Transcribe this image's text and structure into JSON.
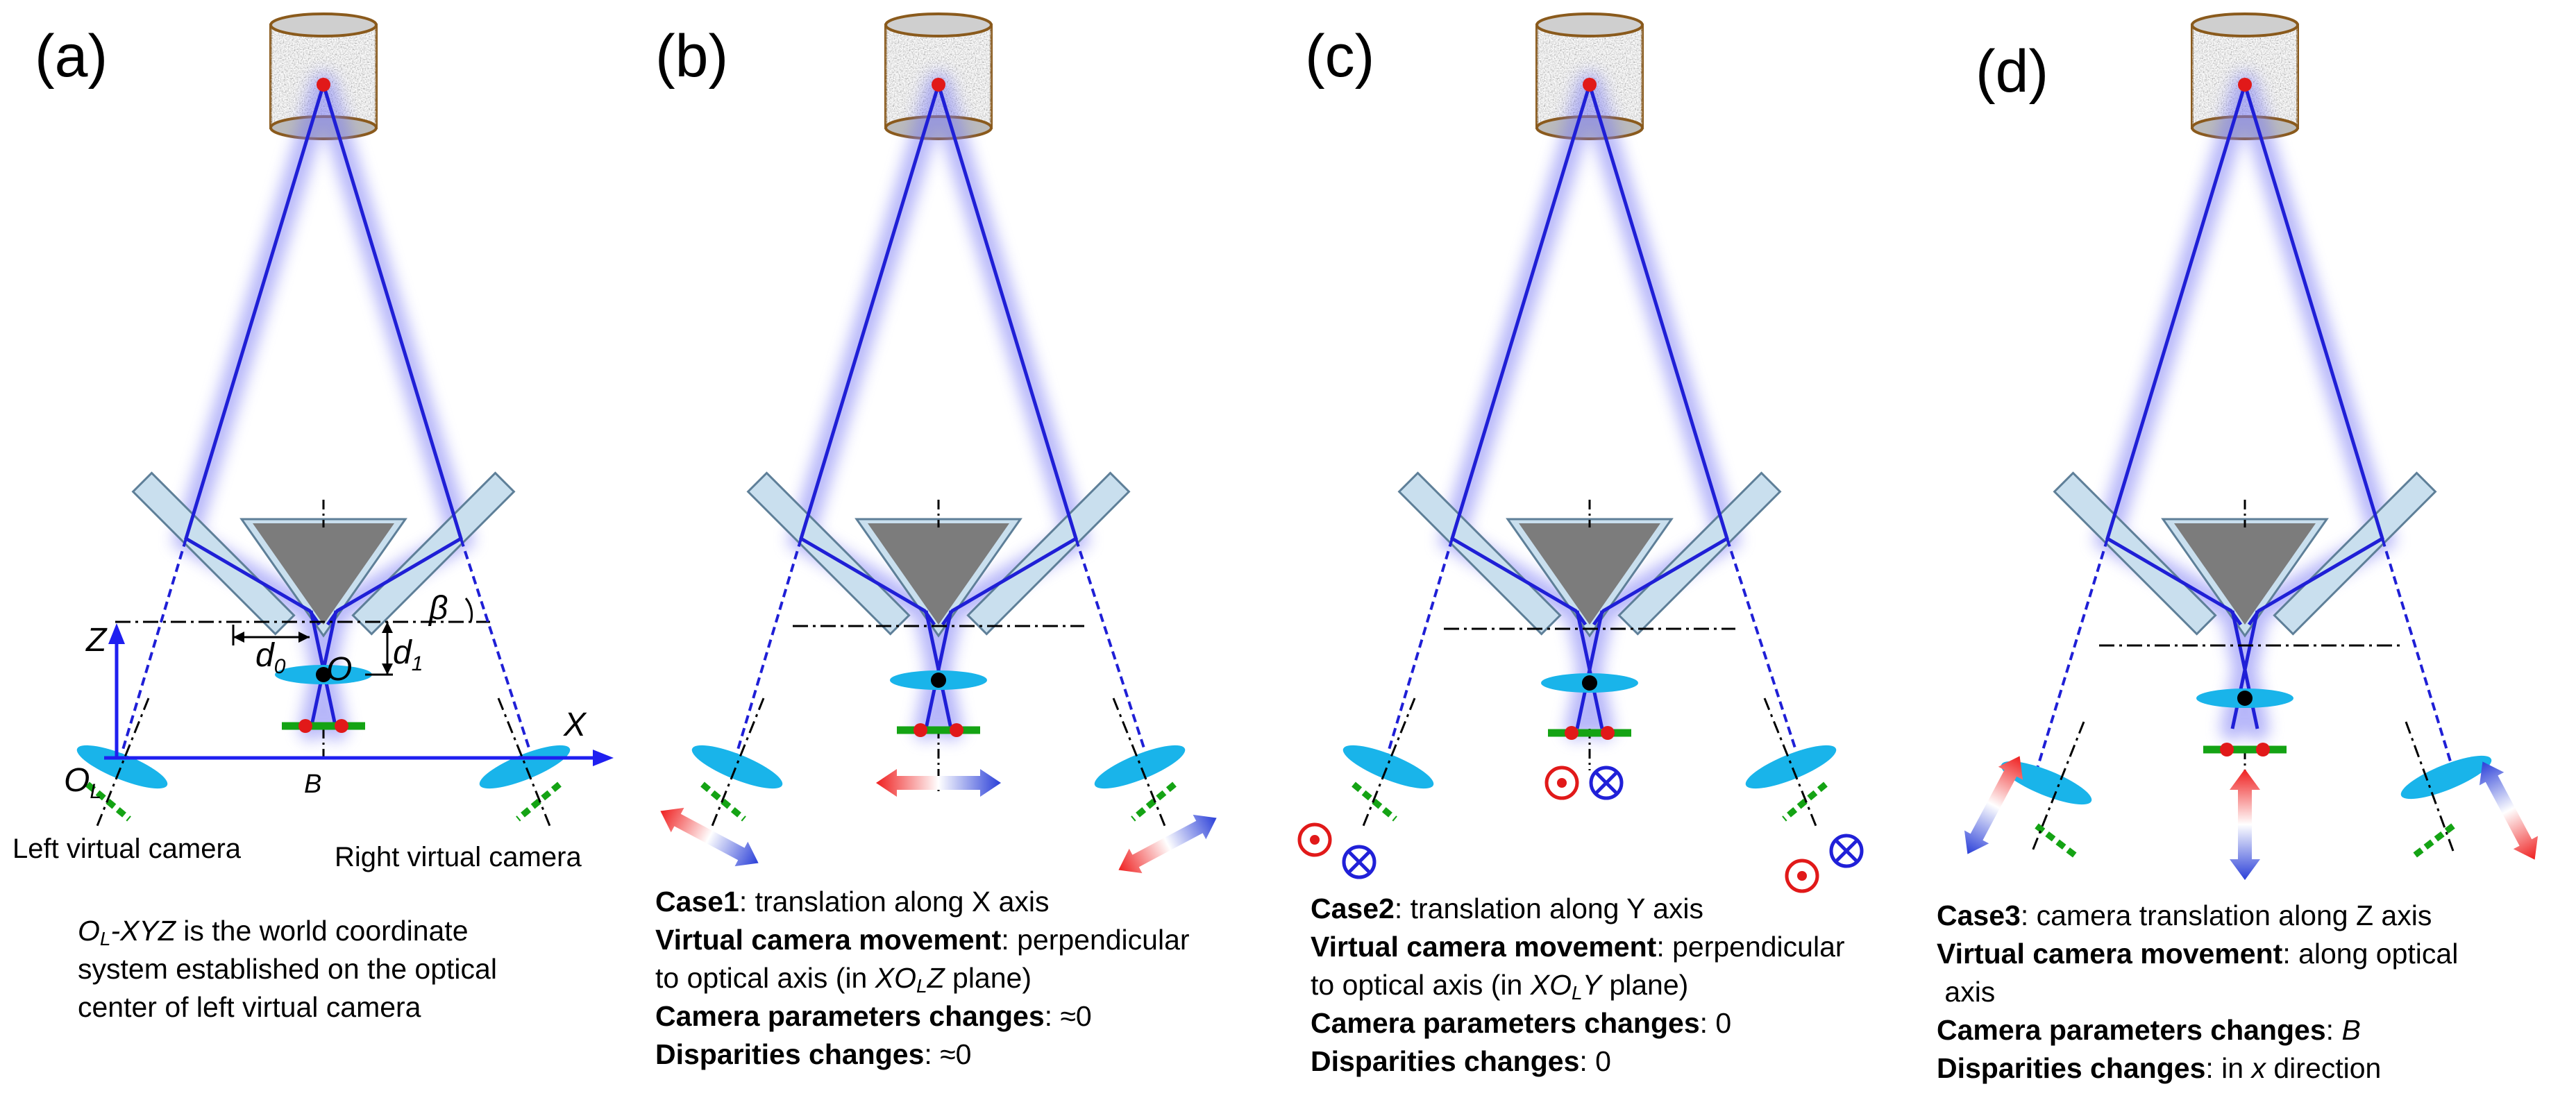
{
  "colors": {
    "beam": "#1f1fd6",
    "glow": "#8f8ff2",
    "mirror": "#c3dcec",
    "prism": "#7c7c7c",
    "lens": "#19b4ea",
    "sensor": "#14a314",
    "point": "#e11919",
    "arrow_red": "#ee2222",
    "arrow_blue": "#2a3fd8",
    "axis": "#1f1ff0",
    "target_stroke": "#7b4a14"
  },
  "panels": {
    "a": {
      "label": "(a)",
      "axis_z": "Z",
      "axis_x": "X",
      "origin": "O",
      "origin_sub": "L",
      "point_o": "O",
      "d0": "d",
      "d0_sub": "0",
      "d1": "d",
      "d1_sub": "1",
      "beta": "β",
      "baseline": "B",
      "left_camera": "Left virtual camera",
      "right_camera": "Right virtual camera",
      "caption_line1_pre": "O",
      "caption_line1_sub": "L",
      "caption_line1_italic": "-XYZ",
      "caption_line1_post": " is the world coordinate",
      "caption_line2": "system established on the optical",
      "caption_line3": "center of left virtual camera"
    },
    "b": {
      "label": "(b)",
      "case_title": "Case1",
      "case_text": ": translation along X axis",
      "movement_title": "Virtual camera movement",
      "movement_text": ": perpendicular",
      "movement_line2_pre": "to optical axis (in ",
      "movement_line2_italic1": "XO",
      "movement_line2_sub": "L",
      "movement_line2_italic2": "Z",
      "movement_line2_post": " plane)",
      "params_title": "Camera parameters changes",
      "params_text": ": ≈0",
      "disp_title": "Disparities changes",
      "disp_text": ": ≈0"
    },
    "c": {
      "label": "(c)",
      "case_title": "Case2",
      "case_text": ": translation along Y axis",
      "movement_title": "Virtual camera movement",
      "movement_text": ": perpendicular",
      "movement_line2_pre": "to optical axis (in ",
      "movement_line2_italic1": "XO",
      "movement_line2_sub": "L",
      "movement_line2_italic2": "Y",
      "movement_line2_post": " plane)",
      "params_title": "Camera parameters changes",
      "params_text": ": 0",
      "disp_title": "Disparities changes",
      "disp_text": ": 0"
    },
    "d": {
      "label": "(d)",
      "case_title": "Case3",
      "case_text": ": camera translation along Z axis",
      "movement_title": "Virtual camera movement",
      "movement_text": ": along optical",
      "movement_line2": " axis",
      "params_title": "Camera parameters changes",
      "params_text": ": ",
      "params_italic": "B",
      "disp_title": "Disparities changes",
      "disp_text": ": in ",
      "disp_italic": "x",
      "disp_post": " direction"
    }
  }
}
